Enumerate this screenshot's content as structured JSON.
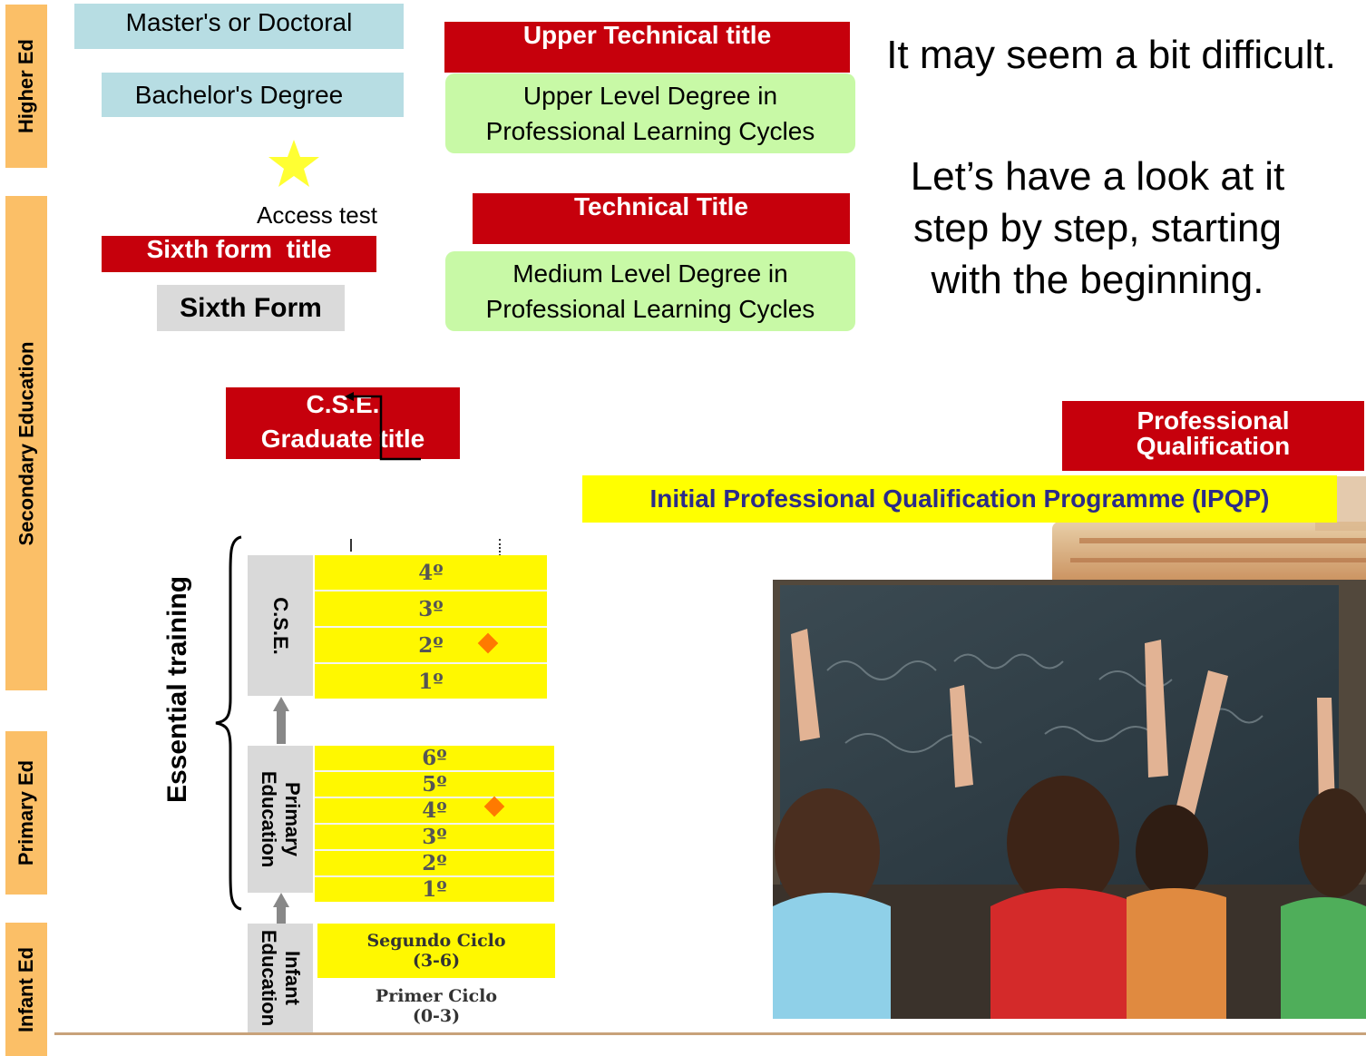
{
  "sidebar": {
    "higher": "Higher Ed",
    "secondary": "Secondary Education",
    "primary": "Primary Ed",
    "infant": "Infant Ed"
  },
  "higher_ed": {
    "masters": "Master's or Doctoral",
    "bachelor": "Bachelor's Degree"
  },
  "access_test": "Access test",
  "sixth_form_title": "Sixth form  title",
  "sixth_form": "Sixth Form",
  "cse_graduate": {
    "line1": "C.S.E.",
    "line2": "Graduate title"
  },
  "upper_technical_title": "Upper Technical title",
  "upper_degree": {
    "line1": "Upper Level Degree in",
    "line2": "Professional Learning Cycles"
  },
  "technical_title": "Technical Title",
  "medium_degree": {
    "line1": "Medium Level Degree in",
    "line2": "Professional Learning Cycles"
  },
  "intro_text": {
    "line1": "It may seem a bit difficult.",
    "para2_line1": "Let’s have a look at it",
    "para2_line2": "step by step, starting",
    "para2_line3": "with the beginning."
  },
  "professional_qualification": {
    "line1": "Professional",
    "line2": "Qualification"
  },
  "ipqp": "Initial Professional Qualification Programme (IPQP)",
  "essential_training": "Essential training",
  "cse_column": {
    "label": "C.S.E.",
    "grades": [
      "4º",
      "3º",
      "2º",
      "1º"
    ]
  },
  "primary_column": {
    "line1": "Primary",
    "line2": "Education",
    "grades": [
      "6º",
      "5º",
      "4º",
      "3º",
      "2º",
      "1º"
    ]
  },
  "infant_column": {
    "line1": "Infant",
    "line2": "Education",
    "segundo": {
      "line1": "Segundo Ciclo",
      "line2": "(3-6)"
    },
    "primer": {
      "line1": "Primer Ciclo",
      "line2": "(0-3)"
    }
  },
  "colors": {
    "sidebar": "#fbbf67",
    "title_red": "#c6000c",
    "degree_green": "#c8f9a6",
    "uni_teal": "#b7dde3",
    "grade_yellow": "#fff800",
    "ipqp_text": "#2b2b8a"
  },
  "icons": [
    "star-icon",
    "diamond-marker-icon",
    "up-arrow-icon",
    "brace-icon"
  ]
}
